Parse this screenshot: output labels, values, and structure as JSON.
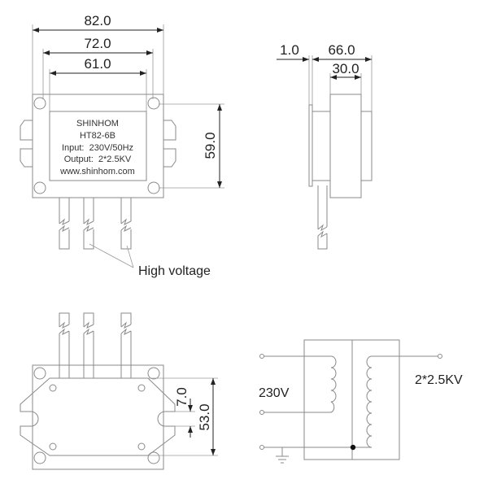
{
  "top_view": {
    "dimensions": {
      "overall_width": "82.0",
      "hole_spacing": "72.0",
      "label_width": "61.0",
      "hole_vertical": "59.0"
    },
    "label": {
      "brand": "SHINHOM",
      "model": "HT82-6B",
      "input": "Input:  230V/50Hz",
      "output": "Output:  2*2.5KV",
      "website": "www.shinhom.com"
    },
    "callout": "High voltage"
  },
  "side_view": {
    "dimensions": {
      "plate_thickness": "1.0",
      "overall_depth": "66.0",
      "coil_depth": "30.0"
    }
  },
  "bottom_view": {
    "dimensions": {
      "slot_width": "7.0",
      "plate_height": "53.0"
    }
  },
  "schematic": {
    "primary_label": "230V",
    "secondary_label": "2*2.5KV"
  }
}
